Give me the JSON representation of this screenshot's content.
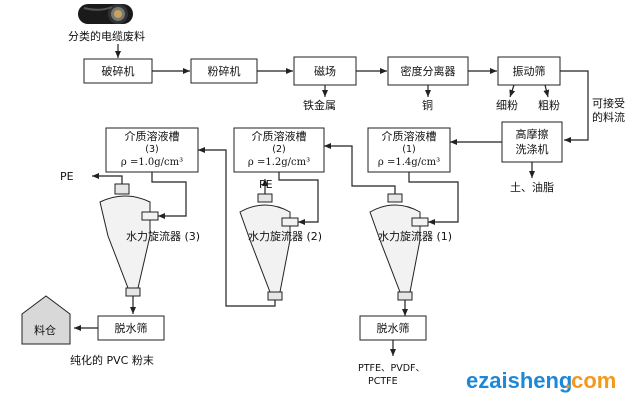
{
  "labels": {
    "source": "分类的电缆废料",
    "crusher": "破碎机",
    "pulverizer": "粉碎机",
    "magnet": "磁场",
    "density_sep": "密度分离器",
    "vib_screen": "振动筛",
    "ferrous": "铁金属",
    "copper": "铜",
    "fine": "细粉",
    "coarse": "粗粉",
    "acceptable_1": "可接受",
    "acceptable_2": "的料流",
    "washer_1": "高摩擦",
    "washer_2": "洗涤机",
    "soil": "土、油脂",
    "tank_title": "介质溶液槽",
    "tank1_num": "(1)",
    "tank2_num": "(2)",
    "tank3_num": "(3)",
    "tank1_rho": "ρ =1.4g/cm³",
    "tank2_rho": "ρ =1.2g/cm³",
    "tank3_rho": "ρ =1.0g/cm³",
    "pe_1": "PE",
    "pe_2": "PE",
    "cyclone1": "水力旋流器 (1)",
    "cyclone2": "水力旋流器 (2)",
    "cyclone3": "水力旋流器 (3)",
    "dewater_left": "脱水筛",
    "dewater_right": "脱水筛",
    "silo": "料仓",
    "pvc_output": "纯化的 PVC 粉末",
    "fluoro_1": "PTFE、PVDF、",
    "fluoro_2": "PCTFE",
    "watermark_a": "ezaisheng",
    "watermark_b": ".com"
  }
}
